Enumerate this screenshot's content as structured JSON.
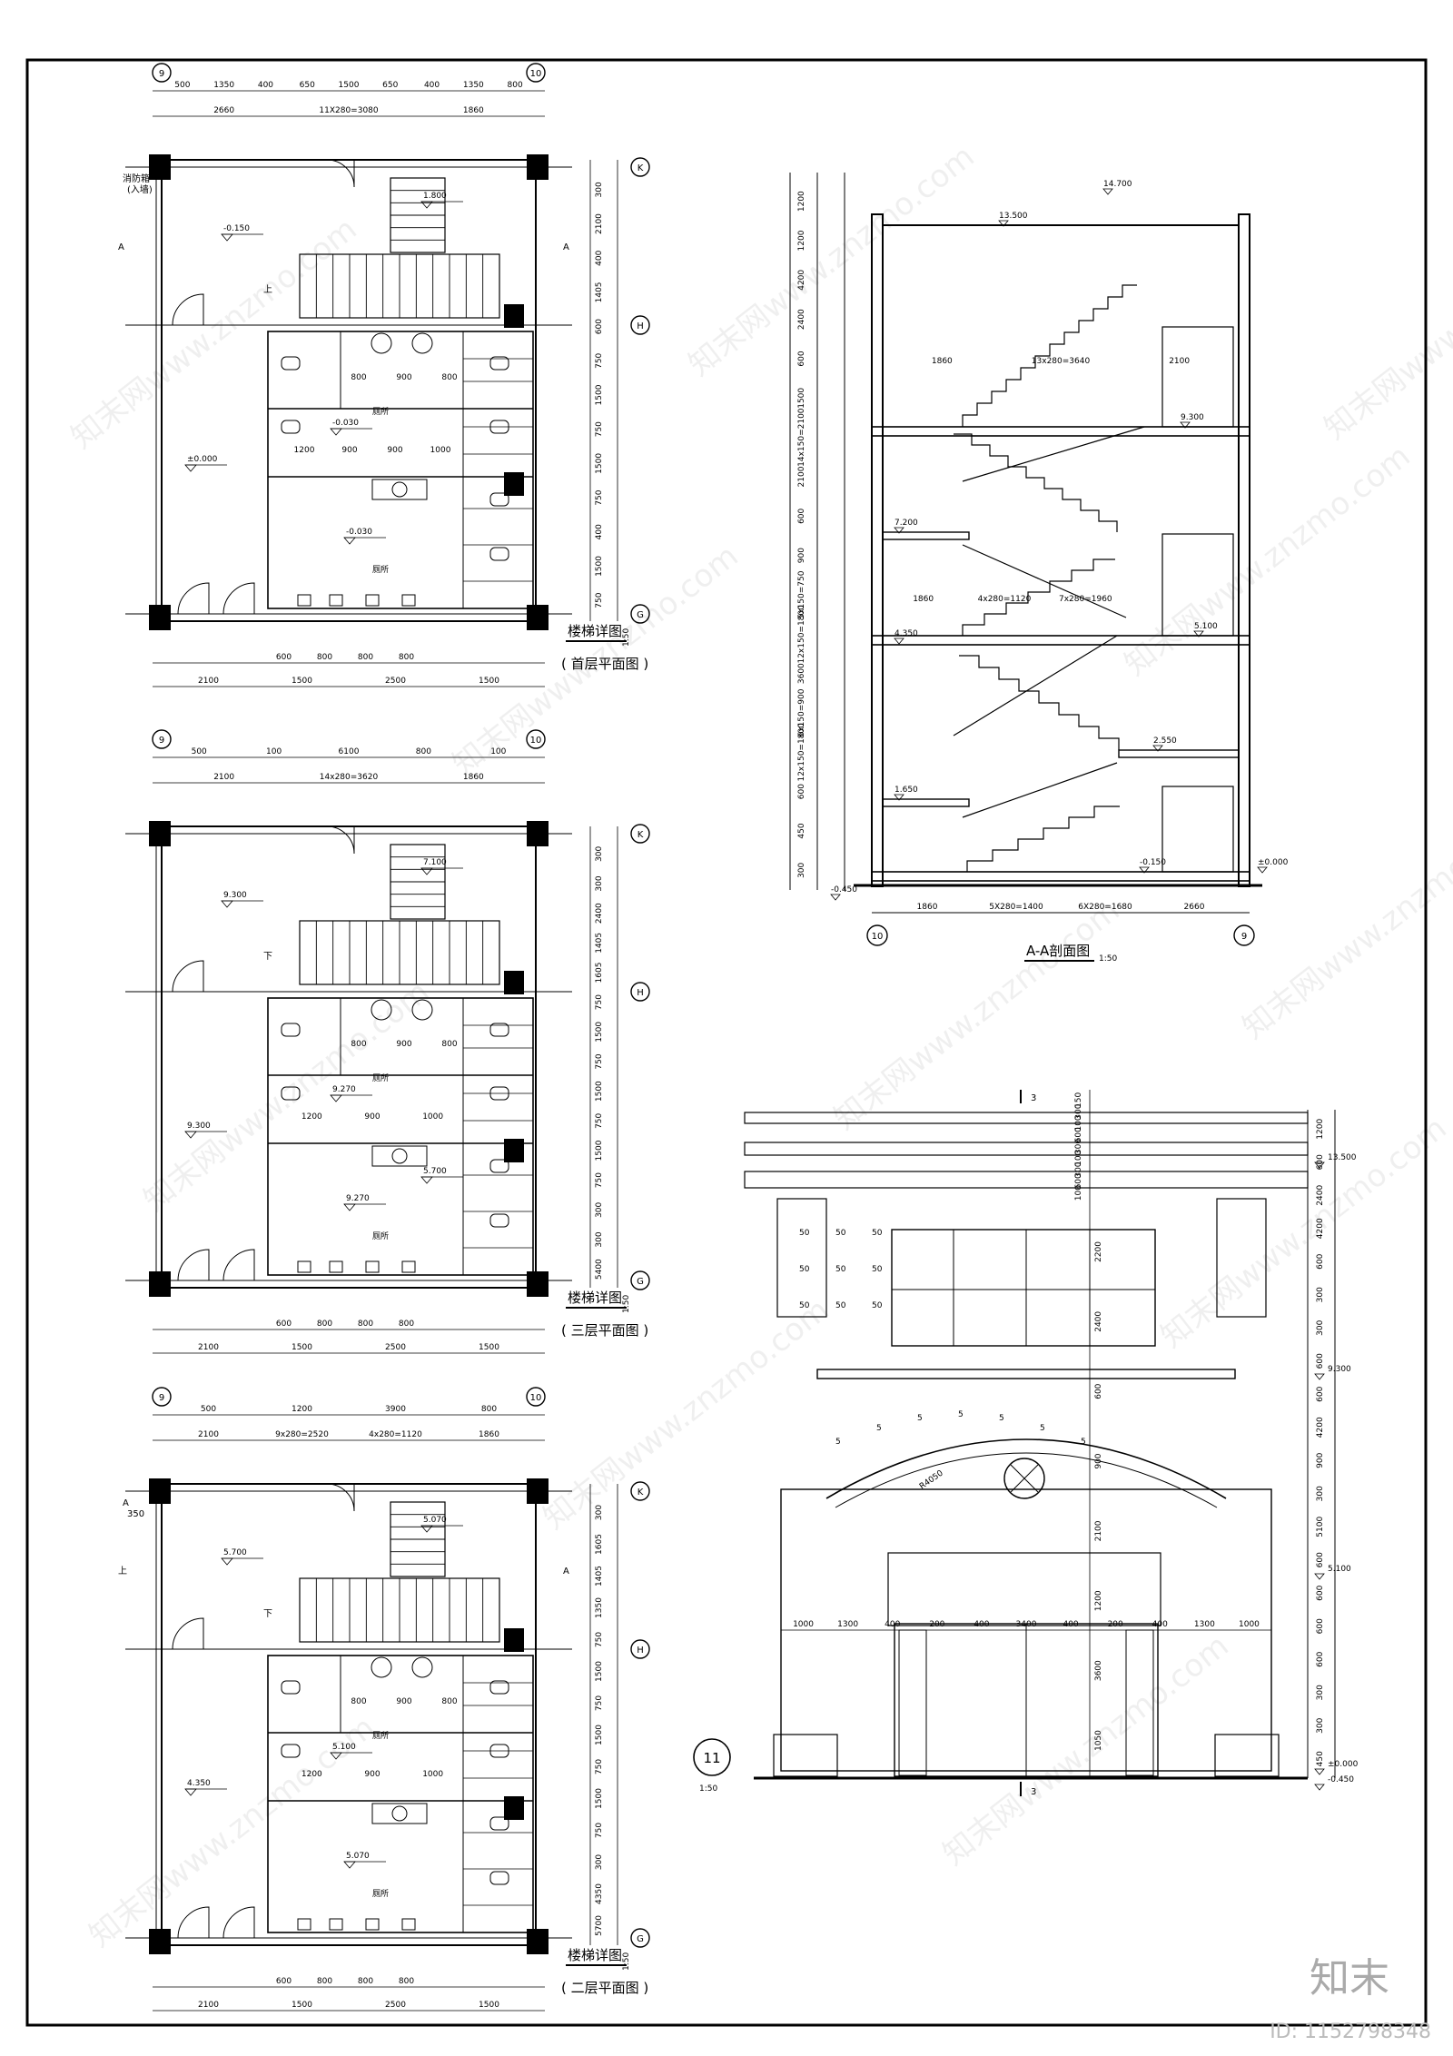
{
  "plans": [
    {
      "title": "楼梯详图",
      "subtitle": "( 首层平面图 )",
      "scale": "1:50",
      "axis_left": "9",
      "axis_right": "10",
      "rows": [
        "K",
        "H",
        "G"
      ],
      "top_dims": [
        "500",
        "1350",
        "400",
        "650",
        "1500",
        "650",
        "400",
        "1350",
        "800"
      ],
      "top_dims2": [
        "2660",
        "11X280=3080",
        "1860"
      ],
      "bottom_dims": [
        "600",
        "800",
        "800",
        "800"
      ],
      "bottom_dims2": [
        "2100",
        "1500",
        "2500",
        "1500"
      ],
      "right_dims": [
        "300",
        "2100",
        "400",
        "1405",
        "600",
        "750",
        "1500",
        "750",
        "1500",
        "750",
        "400",
        "1500",
        "750"
      ],
      "levels": [
        "-0.150",
        "±0.000",
        "-0.030",
        "-0.030",
        "1.800"
      ],
      "rooms": [
        "厕所",
        "厕所"
      ],
      "inner_dims": [
        "800",
        "900",
        "800",
        "1200",
        "900",
        "900",
        "1000"
      ],
      "notes": [
        "上",
        "A",
        "A",
        "消防箱",
        "(入墙)"
      ]
    },
    {
      "title": "楼梯详图",
      "subtitle": "( 三层平面图 )",
      "scale": "1:50",
      "axis_left": "9",
      "axis_right": "10",
      "rows": [
        "K",
        "H",
        "G"
      ],
      "top_dims": [
        "500",
        "100",
        "6100",
        "800",
        "100"
      ],
      "top_dims2": [
        "2100",
        "14x280=3620",
        "1860"
      ],
      "bottom_dims": [
        "600",
        "800",
        "800",
        "800"
      ],
      "bottom_dims2": [
        "2100",
        "1500",
        "2500",
        "1500"
      ],
      "right_dims": [
        "300",
        "300",
        "2400",
        "1405",
        "1605",
        "750",
        "1500",
        "750",
        "1500",
        "750",
        "1500",
        "750",
        "300",
        "300",
        "5400"
      ],
      "levels": [
        "9.300",
        "9.300",
        "9.270",
        "9.270",
        "7.100",
        "5.700"
      ],
      "rooms": [
        "厕所",
        "厕所"
      ],
      "inner_dims": [
        "800",
        "900",
        "800",
        "1200",
        "900",
        "1000"
      ],
      "notes": [
        "下"
      ]
    },
    {
      "title": "楼梯详图",
      "subtitle": "( 二层平面图 )",
      "scale": "1:50",
      "axis_left": "9",
      "axis_right": "10",
      "rows": [
        "K",
        "H",
        "G"
      ],
      "top_dims": [
        "500",
        "1200",
        "3900",
        "800"
      ],
      "top_dims2": [
        "2100",
        "9x280=2520",
        "4x280=1120",
        "1860"
      ],
      "bottom_dims": [
        "600",
        "800",
        "800",
        "800"
      ],
      "bottom_dims2": [
        "2100",
        "1500",
        "2500",
        "1500"
      ],
      "right_dims": [
        "300",
        "1605",
        "1405",
        "1350",
        "750",
        "1500",
        "750",
        "1500",
        "750",
        "1500",
        "750",
        "300",
        "4350",
        "5700"
      ],
      "levels": [
        "5.700",
        "4.350",
        "5.100",
        "5.070",
        "5.070"
      ],
      "rooms": [
        "厕所",
        "厕所"
      ],
      "inner_dims": [
        "800",
        "900",
        "800",
        "1200",
        "900",
        "1000"
      ],
      "notes": [
        "下",
        "上",
        "A",
        "A",
        "350"
      ]
    }
  ],
  "section": {
    "title": "A-A剖面图",
    "scale": "1:50",
    "axis_left": "10",
    "axis_right": "9",
    "levels": [
      "14.700",
      "13.500",
      "9.300",
      "7.200",
      "5.100",
      "4.350",
      "2.550",
      "1.650",
      "-0.150",
      "±0.000",
      "-0.450"
    ],
    "top_dims": [
      "1860",
      "13x280=3640",
      "2100"
    ],
    "mid_dims": [
      "1860",
      "4x280=1120",
      "7x280=1960"
    ],
    "bottom_dims": [
      "1860",
      "5X280=1400",
      "6X280=1680",
      "2660"
    ],
    "left_dims": [
      "1200",
      "1200",
      "4200",
      "2400",
      "600",
      "1500",
      "14x150=2100",
      "2100",
      "600",
      "900",
      "5x150=750",
      "12x150=1800",
      "3600",
      "6x150=900",
      "12x150=1800",
      "600",
      "450",
      "300"
    ]
  },
  "elevation": {
    "number": "11",
    "scale": "1:50",
    "cut_mark": "3",
    "levels": [
      "13.500",
      "9.300",
      "5.100",
      "±0.000",
      "-0.450"
    ],
    "top_dims": [
      "150",
      "300",
      "100",
      "600",
      "300",
      "100",
      "300",
      "600",
      "100"
    ],
    "right_dims": [
      "1200",
      "600",
      "2400",
      "4200",
      "600",
      "300",
      "300",
      "600",
      "600",
      "4200",
      "900",
      "300",
      "5100",
      "600",
      "600",
      "600",
      "600",
      "300",
      "300",
      "450"
    ],
    "center_dims": [
      "2200",
      "2400",
      "600",
      "900",
      "2100",
      "1200",
      "3600",
      "1050"
    ],
    "bottom_dims": [
      "1000",
      "1300",
      "400",
      "200",
      "400",
      "3400",
      "400",
      "200",
      "400",
      "1300",
      "1000"
    ],
    "arc_dims": [
      "5",
      "5",
      "5",
      "5",
      "5",
      "5",
      "5"
    ],
    "small_dims": [
      "50",
      "50",
      "50",
      "50",
      "50",
      "50",
      "50",
      "50",
      "50"
    ],
    "radius": "R4050"
  },
  "watermark": "知末网www.znzmo.com",
  "brand": "知末",
  "image_id": "ID: 1152798348"
}
